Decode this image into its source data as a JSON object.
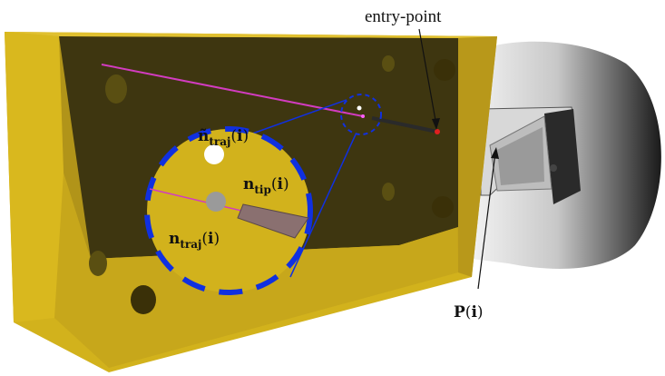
{
  "labels": {
    "entry_point": "entry-point",
    "p_i": {
      "main": "P",
      "arg_open": "(",
      "arg": "i",
      "arg_close": ")"
    },
    "n_tilde_traj": {
      "main": "ñ",
      "sub": "traj",
      "arg_open": "(",
      "arg": "i",
      "arg_close": ")"
    },
    "n_tip": {
      "main": "n",
      "sub": "tip",
      "arg_open": "(",
      "arg": "i",
      "arg_close": ")"
    },
    "n_traj": {
      "main": "n",
      "sub": "traj",
      "arg_open": "(",
      "arg": "i",
      "arg_close": ")"
    }
  },
  "colors": {
    "phantom_box": "#d2b21c",
    "phantom_dark": "#5a4f12",
    "inner_face": "#3e3610",
    "trajectory_line": "#d23cc0",
    "zoom_circle": "#1030e0",
    "needle": "#2a2a2a",
    "entry_point_dot": "#e02020",
    "tip_shape": "#8a7070",
    "probe_gray": "#9a9a9a"
  },
  "icons": [
    "phantom-box",
    "ultrasound-probe",
    "zoom-inset",
    "needle"
  ]
}
